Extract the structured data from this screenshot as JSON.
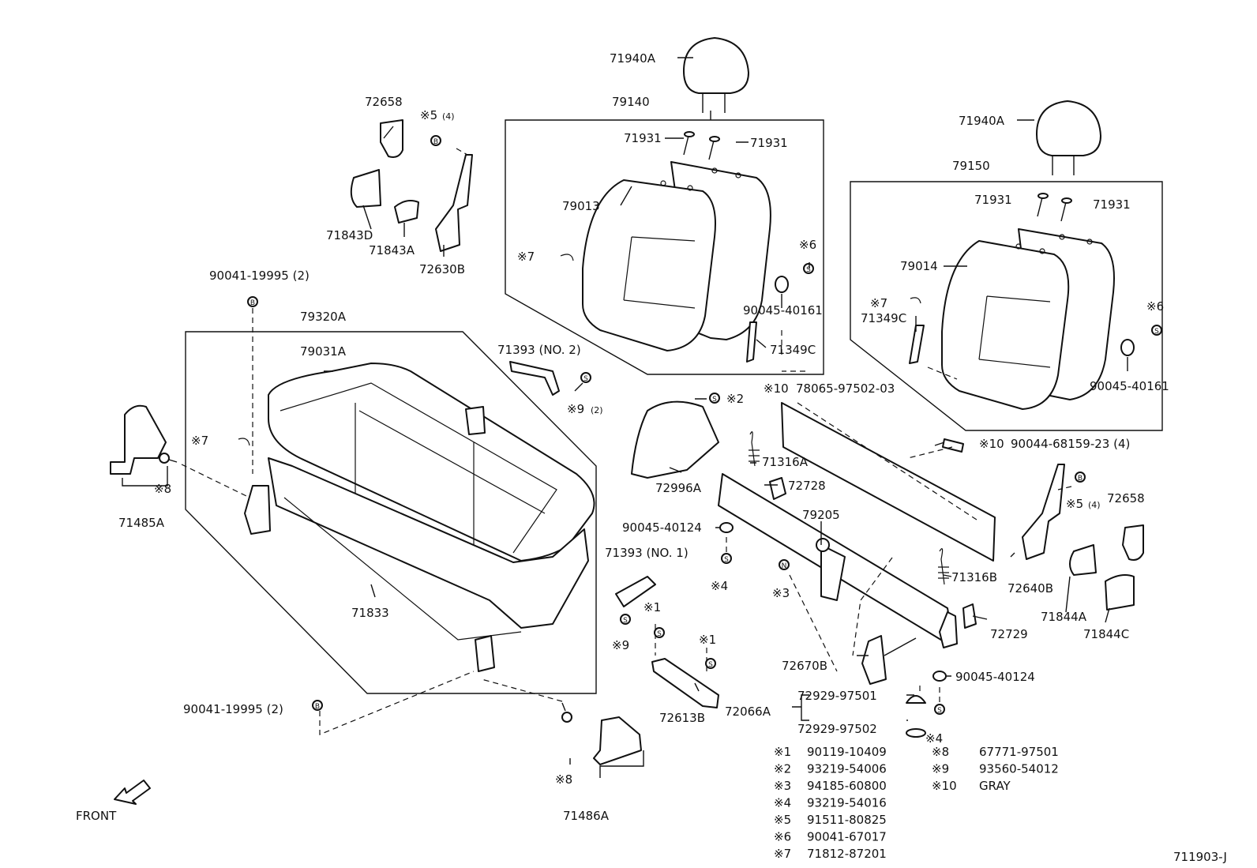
{
  "diagram": {
    "code": "711903-J",
    "front_label": "FRONT",
    "labels": {
      "l71940a_1": "71940A",
      "l79140": "79140",
      "l71931_1": "71931",
      "l71931_2": "71931",
      "l79013": "79013",
      "n7_a": "※7",
      "n6_a": "※6",
      "l90045_40161_a": "90045-40161",
      "l71349c_a": "71349C",
      "l71940a_2": "71940A",
      "l79150": "79150",
      "l71931_3": "71931",
      "l71931_4": "71931",
      "l79014": "79014",
      "n7_b": "※7",
      "l71349c_b": "71349C",
      "n6_b": "※6",
      "l90045_40161_b": "90045-40161",
      "l72658_a": "72658",
      "n5_a": "※5",
      "n5_a_qty": "(4)",
      "l71843d": "71843D",
      "l71843a": "71843A",
      "l72630b": "72630B",
      "l90041_a": "90041-19995 (2)",
      "l79320a": "79320A",
      "l79031a": "79031A",
      "l71393_no2": "71393 (NO. 2)",
      "n9_a": "※9",
      "n9_a_qty": "(2)",
      "n7_c": "※7",
      "n8_a": "※8",
      "l71485a": "71485A",
      "l71833": "71833",
      "l90041_b": "90041-19995 (2)",
      "n8_b": "※8",
      "l71486a": "71486A",
      "n2": "※2",
      "l72996a": "72996A",
      "n10_a": "※10",
      "l78065": "78065-97502-03",
      "n10_b": "※10",
      "l90044": "90044-68159-23 (4)",
      "l71316a": "71316A",
      "l72728": "72728",
      "l79205": "79205",
      "l90045_40124_a": "90045-40124",
      "l71393_no1": "71393 (NO. 1)",
      "n4_a": "※4",
      "n3": "※3",
      "n1_a": "※1",
      "n9_b": "※9",
      "n1_b": "※1",
      "l72613b": "72613B",
      "l71316b": "71316B",
      "l72729": "72729",
      "l72670b": "72670B",
      "l72066a": "72066A",
      "l72929_a": "72929-97501",
      "l72929_b": "72929-97502",
      "l90045_40124_b": "90045-40124",
      "n4_b": "※4",
      "n5_b": "※5",
      "n5_b_qty": "(4)",
      "l72658_b": "72658",
      "l72640b": "72640B",
      "l71844a": "71844A",
      "l71844c": "71844C"
    },
    "notes": [
      {
        "key": "※1",
        "part": "90119-10409"
      },
      {
        "key": "※2",
        "part": "93219-54006"
      },
      {
        "key": "※3",
        "part": "94185-60800"
      },
      {
        "key": "※4",
        "part": "93219-54016"
      },
      {
        "key": "※5",
        "part": "91511-80825"
      },
      {
        "key": "※6",
        "part": "90041-67017"
      },
      {
        "key": "※7",
        "part": "71812-87201"
      }
    ],
    "notes_right": [
      {
        "key": "※8",
        "part": "67771-97501"
      },
      {
        "key": "※9",
        "part": "93560-54012"
      },
      {
        "key": "※10",
        "part": "GRAY"
      }
    ],
    "fastener_letters": {
      "b": "B",
      "s": "S",
      "n": "N"
    }
  }
}
